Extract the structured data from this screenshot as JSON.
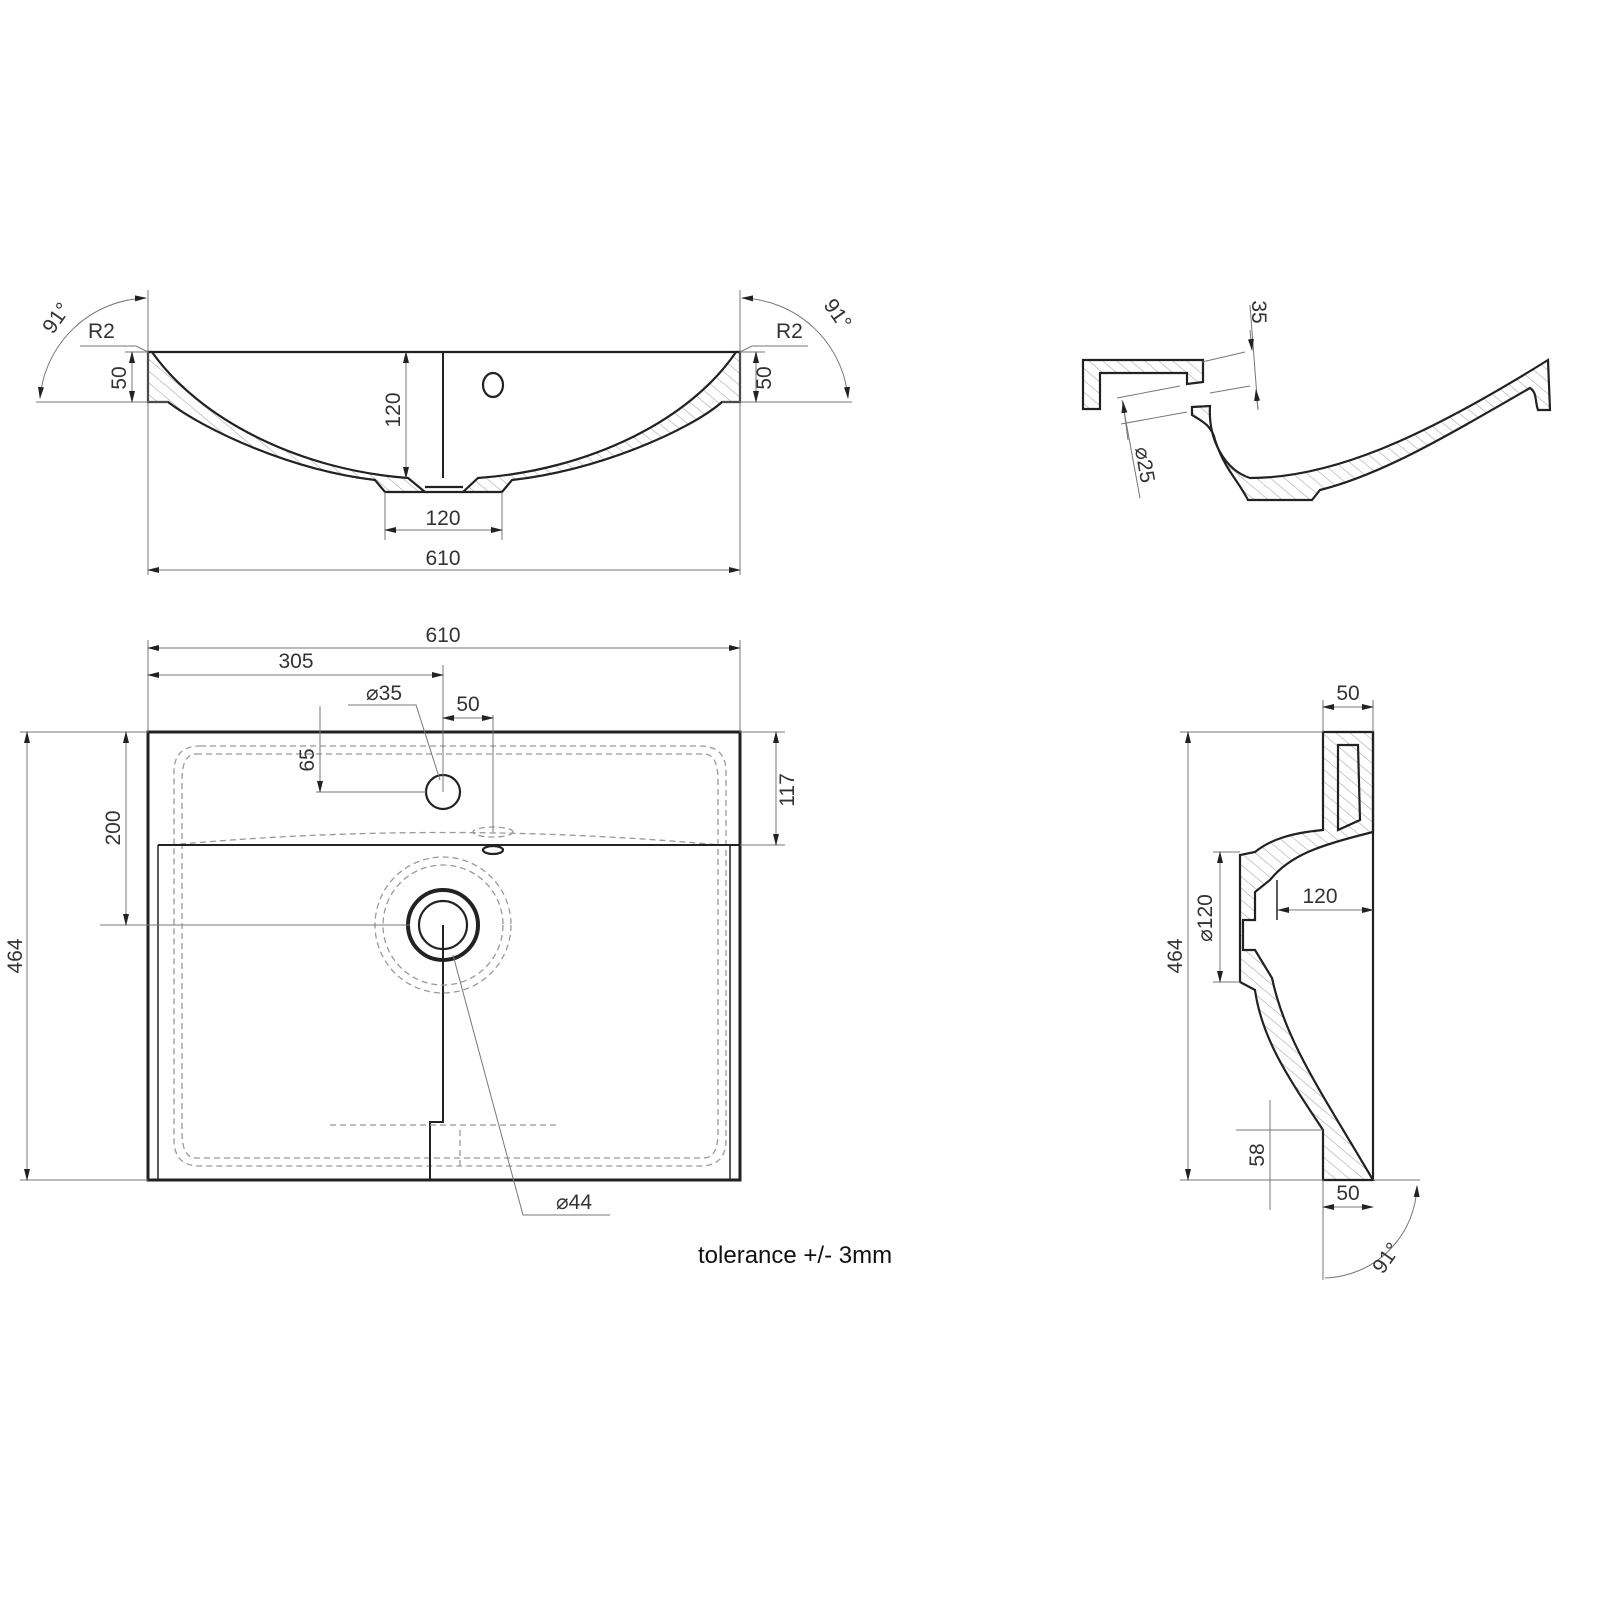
{
  "front_section": {
    "angle_left": "91°",
    "angle_right": "91°",
    "radius_left": "R2",
    "radius_right": "R2",
    "rim_height_left": "50",
    "rim_height_right": "50",
    "bowl_depth": "120",
    "drain_width": "120",
    "overall_width": "610"
  },
  "overflow_detail": {
    "gap": "35",
    "overflow_diameter": "⌀25"
  },
  "plan_view": {
    "overall_width": "610",
    "tap_offset_x": "305",
    "tap_hole_diameter": "⌀35",
    "overflow_offset": "50",
    "tap_offset_y": "65",
    "deck_depth": "117",
    "drain_offset_y": "200",
    "overall_depth": "464",
    "drain_diameter": "⌀44"
  },
  "side_section": {
    "top_rim": "50",
    "drain_diameter": "⌀120",
    "drain_depth": "120",
    "overall_depth": "464",
    "front_height": "58",
    "bottom_rim": "50",
    "angle": "91°"
  },
  "tolerance_note": "tolerance +/- 3mm"
}
